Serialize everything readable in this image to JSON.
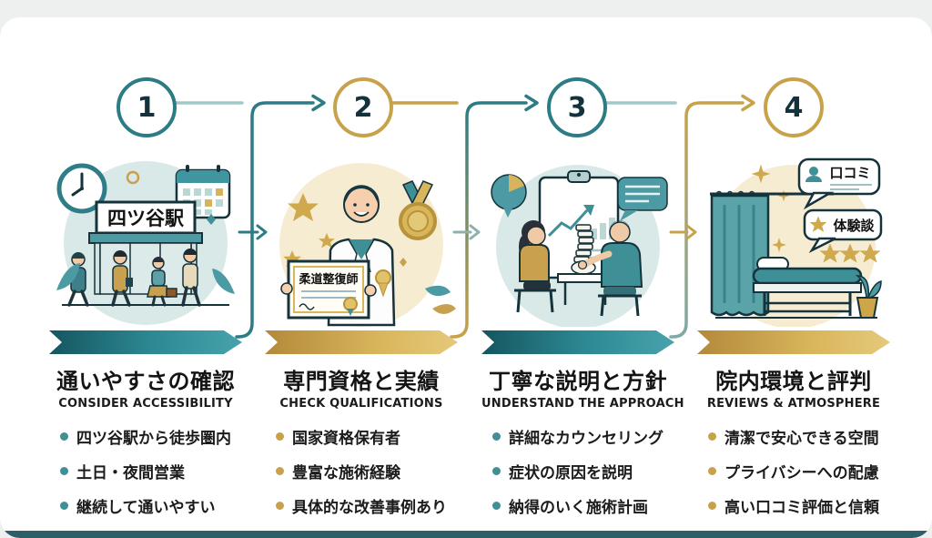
{
  "page": {
    "background": "#ffffff",
    "bottom_bar_color": "#2c5f66"
  },
  "colors": {
    "teal": "#2c7b85",
    "teal_light": "#a3c8c8",
    "gold": "#c8a24b",
    "text": "#1b1b1b"
  },
  "steps": [
    {
      "number": "1",
      "title": "通いやすさの確認",
      "subtitle": "CONSIDER ACCESSIBILITY",
      "bullets": [
        "四ツ谷駅から徒歩圏内",
        "土日・夜間営業",
        "継続して通いやすい"
      ],
      "illustration": "station-entrance-with-commuters-clock-calendar",
      "station_sign": "四ツ谷駅"
    },
    {
      "number": "2",
      "title": "専門資格と実績",
      "subtitle": "CHECK QUALIFICATIONS",
      "bullets": [
        "国家資格保有者",
        "豊富な施術経験",
        "具体的な改善事例あり"
      ],
      "illustration": "practitioner-holding-certificate-with-medal",
      "certificate_label": "柔道整復師"
    },
    {
      "number": "3",
      "title": "丁寧な説明と方針",
      "subtitle": "UNDERSTAND THE APPROACH",
      "bullets": [
        "詳細なカウンセリング",
        "症状の原因を説明",
        "納得のいく施術計画"
      ],
      "illustration": "counseling-session-with-spine-model-and-chart"
    },
    {
      "number": "4",
      "title": "院内環境と評判",
      "subtitle": "REVIEWS & ATMOSPHERE",
      "bullets": [
        "清潔で安心できる空間",
        "プライバシーへの配慮",
        "高い口コミ評価と信頼"
      ],
      "illustration": "treatment-room-with-review-bubbles",
      "bubble_labels": [
        "口コミ",
        "体験談"
      ]
    }
  ]
}
